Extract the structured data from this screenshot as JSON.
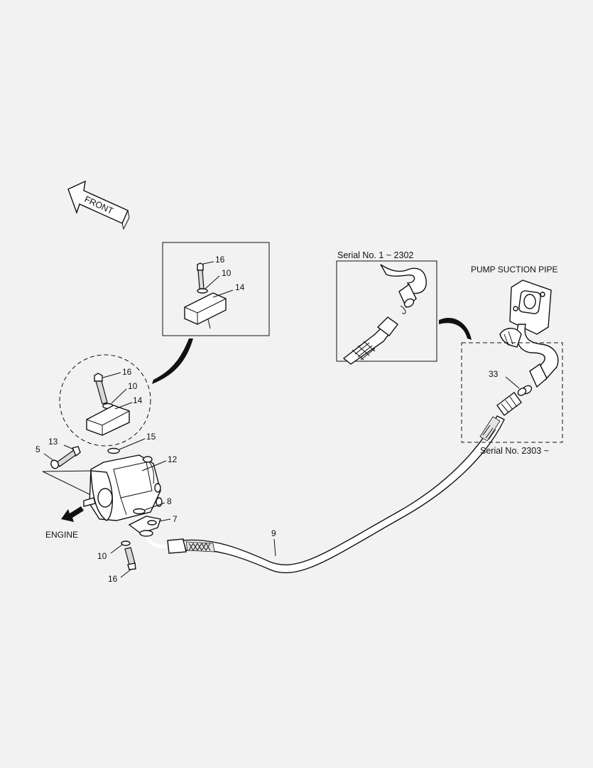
{
  "direction": {
    "front": "FRONT",
    "engine": "ENGINE"
  },
  "insets": {
    "early": "Serial No. 1 ~ 2302",
    "late": "Serial No. 2303 ~",
    "pump_suction_pipe": "PUMP SUCTION PIPE"
  },
  "callouts": {
    "c5": "5",
    "c7": "7",
    "c8": "8",
    "c9": "9",
    "c10a": "10",
    "c10b": "10",
    "c10c": "10",
    "c12": "12",
    "c13": "13",
    "c14a": "14",
    "c14b": "14",
    "c15": "15",
    "c16a": "16",
    "c16b": "16",
    "c16c": "16",
    "c33": "33"
  }
}
